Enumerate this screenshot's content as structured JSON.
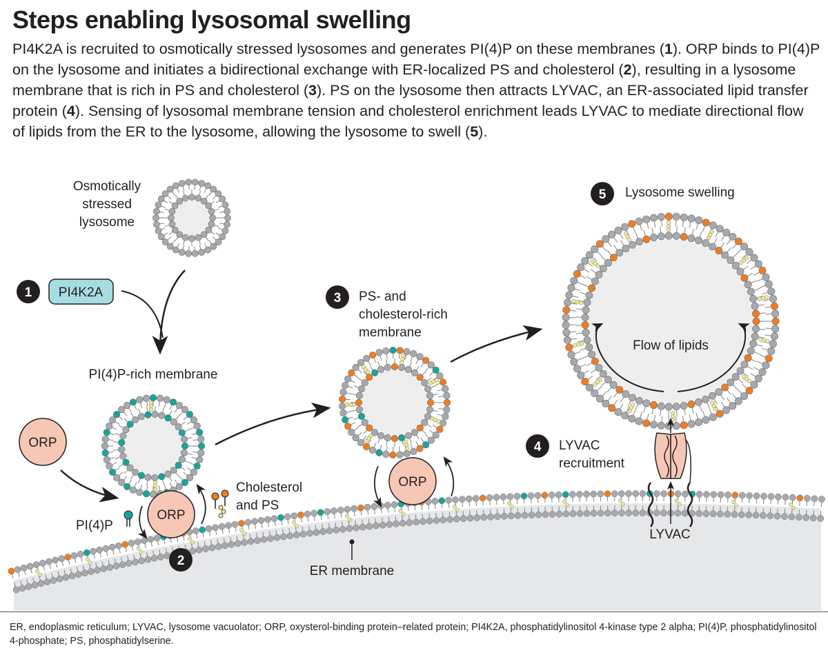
{
  "title": "Steps enabling lysosomal swelling",
  "summary": [
    {
      "t": "PI4K2A is recruited to osmotically stressed lysosomes and generates PI(4)P on these membranes ("
    },
    {
      "t": "1",
      "b": true
    },
    {
      "t": "). ORP binds to PI(4)P on the lysosome and initiates a bidirectional exchange with ER-localized PS and cholesterol ("
    },
    {
      "t": "2",
      "b": true
    },
    {
      "t": "), resulting in a lysosome membrane that is rich in PS and cholesterol ("
    },
    {
      "t": "3",
      "b": true
    },
    {
      "t": "). PS on the lysosome then attracts LYVAC, an ER-associated lipid transfer protein ("
    },
    {
      "t": "4",
      "b": true
    },
    {
      "t": "). Sensing of lysosomal membrane tension and cholesterol enrichment leads LYVAC to mediate directional flow of lipids from the ER to the lysosome, allowing the lysosome to swell ("
    },
    {
      "t": "5",
      "b": true
    },
    {
      "t": ")."
    }
  ],
  "labels": {
    "stressed_1": "Osmotically",
    "stressed_2": "stressed",
    "stressed_3": "lysosome",
    "pi4k2a": "PI4K2A",
    "pi4p_membrane": "PI(4)P-rich membrane",
    "orp": "ORP",
    "pi4p": "PI(4)P",
    "chol_ps_1": "Cholesterol",
    "chol_ps_2": "and PS",
    "ps_rich_1": "PS- and",
    "ps_rich_2": "cholesterol-rich",
    "ps_rich_3": "membrane",
    "swelling": "Lysosome swelling",
    "flow": "Flow of lipids",
    "lyvac_rec_1": "LYVAC",
    "lyvac_rec_2": "recruitment",
    "lyvac": "LYVAC",
    "er_membrane": "ER membrane"
  },
  "badges": [
    "1",
    "2",
    "3",
    "4",
    "5"
  ],
  "colors": {
    "pi4k2a_fill": "#a6dde3",
    "orp_fill": "#f6c7b5",
    "pi4p_head": "#1aa39c",
    "ps_head": "#f07d22",
    "cholesterol": "#f4ea8e",
    "lipid_head": "#a7a9ac",
    "er_lumen": "#e6e7e8"
  },
  "footnote": "ER, endoplasmic reticulum; LYVAC, lysosome vacuolator; ORP, oxysterol-binding protein–related protein; PI4K2A, phosphatidylinositol 4-kinase type 2 alpha; PI(4)P, phosphatidylinositol 4-phosphate; PS, phosphatidylserine."
}
